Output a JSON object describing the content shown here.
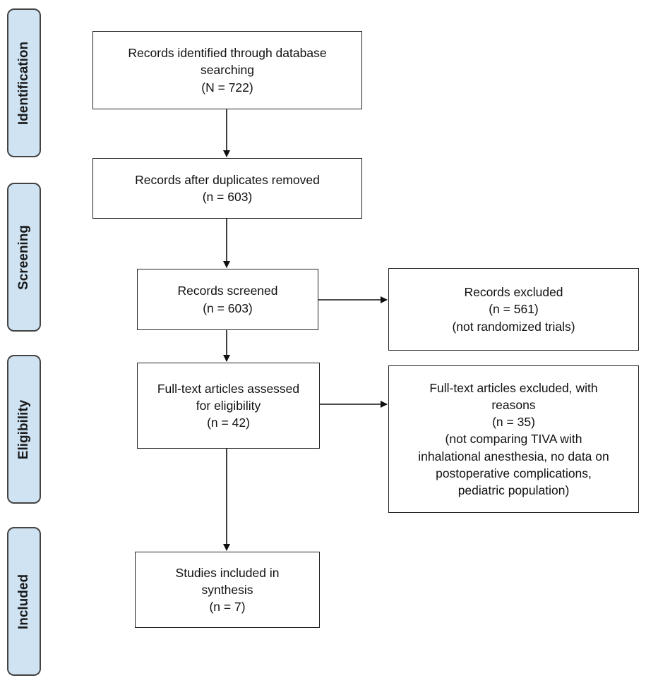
{
  "stages": {
    "identification": "Identification",
    "screening": "Screening",
    "eligibility": "Eligibility",
    "included": "Included"
  },
  "boxes": {
    "identified": {
      "line1": "Records identified through database",
      "line2": "searching",
      "count": "(N = 722)"
    },
    "duplicates_removed": {
      "line1": "Records after duplicates removed",
      "count": "(n = 603)"
    },
    "screened": {
      "line1": "Records screened",
      "count": "(n = 603)"
    },
    "excluded": {
      "line1": "Records excluded",
      "count": "(n = 561)",
      "reason": "(not randomized trials)"
    },
    "fulltext_assessed": {
      "line1": "Full-text articles assessed",
      "line2": "for eligibility",
      "count": "(n = 42)"
    },
    "fulltext_excluded": {
      "line1": "Full-text articles excluded, with",
      "line2": "reasons",
      "count": "(n = 35)",
      "reason1": "(not comparing TIVA with",
      "reason2": "inhalational anesthesia, no data on",
      "reason3": "postoperative complications,",
      "reason4": "pediatric population)"
    },
    "included": {
      "line1": "Studies included in",
      "line2": "synthesis",
      "count": "(n = 7)"
    }
  }
}
